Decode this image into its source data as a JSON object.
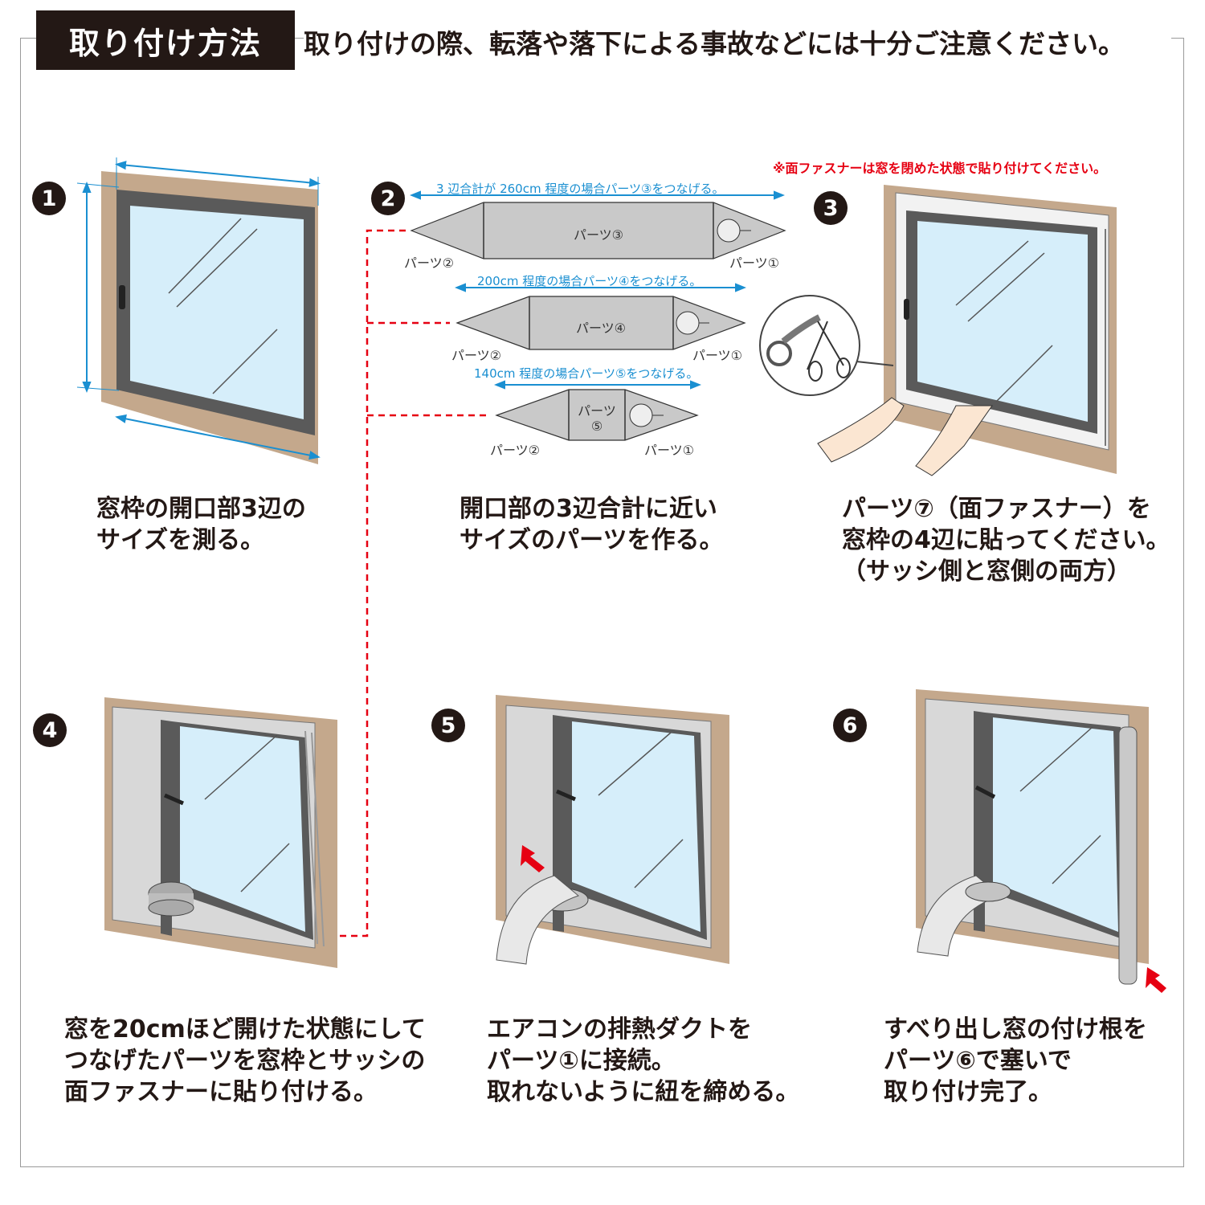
{
  "header": {
    "title": "取り付け方法",
    "warning": "取り付けの際、転落や落下による事故などには十分ご注意ください。"
  },
  "steps": [
    {
      "num": "1",
      "lines": [
        "窓枠の開口部3辺の",
        "サイズを測る。"
      ]
    },
    {
      "num": "2",
      "lines": [
        "開口部の3辺合計に近い",
        "サイズのパーツを作る。"
      ]
    },
    {
      "num": "3",
      "lines": [
        "パーツ⑦（面ファスナー）を",
        "窓枠の4辺に貼ってください。",
        "（サッシ側と窓側の両方）"
      ]
    },
    {
      "num": "4",
      "lines": [
        "窓を20cmほど開けた状態にして",
        "つなげたパーツを窓枠とサッシの",
        "面ファスナーに貼り付ける。"
      ]
    },
    {
      "num": "5",
      "lines": [
        "エアコンの排熱ダクトを",
        "パーツ①に接続。",
        "取れないように紐を締める。"
      ]
    },
    {
      "num": "6",
      "lines": [
        "すべり出し窓の付け根を",
        "パーツ⑥で塞いで",
        "取り付け完了。"
      ]
    }
  ],
  "note": "※面ファスナーは窓を閉めた状態で貼り付けてください。",
  "parts_diagram": {
    "rows": [
      {
        "dimension": "3 辺合計が 260cm 程度の場合パーツ③をつなげる。",
        "center": "パーツ③",
        "left": "パーツ②",
        "right": "パーツ①"
      },
      {
        "dimension": "200cm 程度の場合パーツ④をつなげる。",
        "center": "パーツ④",
        "left": "パーツ②",
        "right": "パーツ①"
      },
      {
        "dimension": "140cm 程度の場合パーツ⑤をつなげる。",
        "center": "パーツ\n⑤",
        "left": "パーツ②",
        "right": "パーツ①"
      }
    ]
  },
  "colors": {
    "frame": "#c4a88c",
    "sash": "#5a5a5a",
    "glass": "#d6eefa",
    "panel": "#c9c9c9",
    "accent_red": "#e60012",
    "dim_blue": "#1a8fd1"
  }
}
